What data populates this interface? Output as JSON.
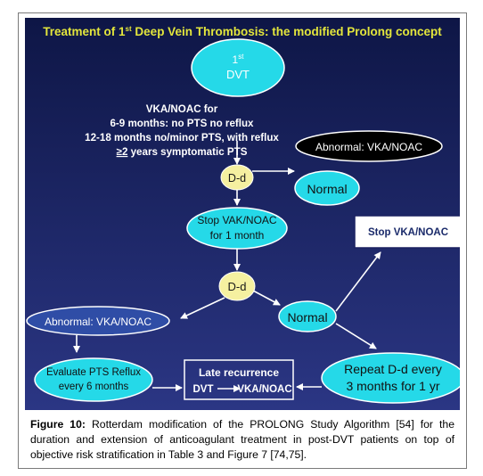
{
  "slide": {
    "title_prefix": "Treatment of 1",
    "title_sup": "st",
    "title_suffix": " Deep Vein Thrombosis: the modified Prolong concept",
    "colors": {
      "background_top": "#101a4a",
      "background_bottom": "#2a3480",
      "title": "#e3e63c",
      "oval_cyan": "#25d9e8",
      "oval_yellow": "#f5f0a0",
      "arrow": "#ffffff"
    },
    "nodes": {
      "first_dvt": {
        "line1": "1",
        "line1_sup": "st",
        "line2": "DVT"
      },
      "vka_note": {
        "line1": "VKA/NOAC for",
        "line2": "6-9 months: no PTS no reflux",
        "line3": "12-18 months no/minor PTS, with  reflux",
        "line4_prefix": "≥2",
        "line4_suffix": " years symptomatic PTS"
      },
      "dd_1": "D-d",
      "abnormal_1": "Abnormal: VKA/NOAC",
      "normal_1": "Normal",
      "stop_vka_1": {
        "line1": "Stop VAK/NOAC",
        "line2": "for 1 month"
      },
      "stop_vka_box": "Stop VKA/NOAC",
      "dd_2": "D-d",
      "abnormal_2": "Abnormal: VKA/NOAC",
      "normal_2": "Normal",
      "evaluate_pts": {
        "line1": "Evaluate PTS Reflux",
        "line2": "every 6 months"
      },
      "late_recurrence": {
        "line1": "Late recurrence",
        "line2_left": "DVT",
        "line2_right": "VKA/NOAC"
      },
      "repeat_dd": {
        "line1": "Repeat D-d every",
        "line2": "3 months for 1 yr"
      }
    }
  },
  "caption": {
    "label": "Figure 10:",
    "text": " Rotterdam modification of the PROLONG Study Algorithm [54] for the duration and extension of anticoagulant treatment in post-DVT patients on top of objective risk stratification in Table 3 and Figure 7 [74,75]."
  }
}
